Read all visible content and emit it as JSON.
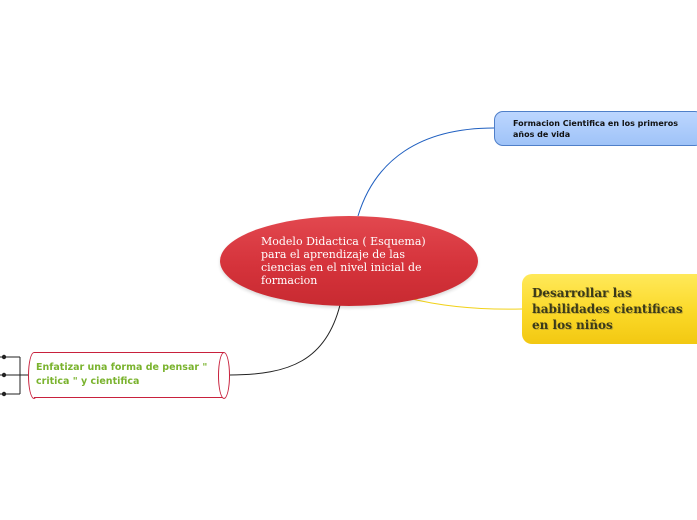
{
  "map": {
    "central": {
      "text": "Modelo Didactica ( Esquema) para el aprendizaje de las ciencias en el nivel inicial de formacion",
      "color": "#d5333b"
    },
    "topics": [
      {
        "text": "Formacion  Cientifica  en los primeros  años de vida",
        "color": "#9fc3f8",
        "connector_color": "#1f5fc0"
      },
      {
        "text": "Desarrollar las habilidades cientificas en los niños",
        "color": "#fbd928",
        "connector_color": "#f2d21a"
      },
      {
        "text": "Enfatizar una forma de pensar \" critica \" y cientifica",
        "color": "#c8213d",
        "text_color": "#7ab32e",
        "connector_color": "#222222",
        "child_count": 3
      }
    ]
  }
}
